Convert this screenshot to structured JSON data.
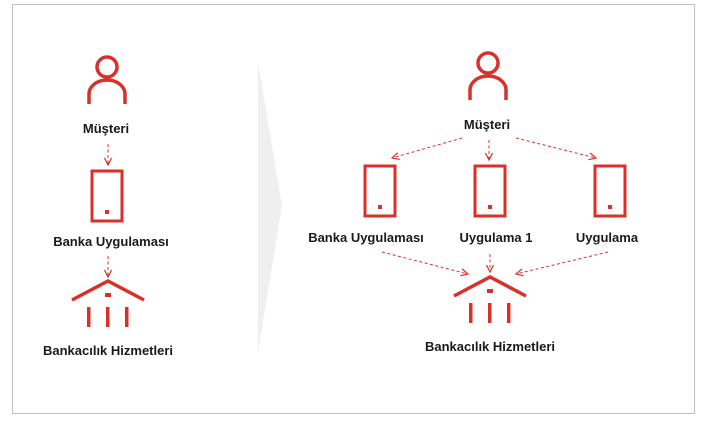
{
  "left": {
    "customer_label": "Müşteri",
    "app_label": "Banka Uygulaması",
    "services_label": "Bankacılık Hizmetleri"
  },
  "right": {
    "customer_label": "Müşteri",
    "apps": [
      {
        "label": "Banka Uygulaması"
      },
      {
        "label": "Uygulama 1"
      },
      {
        "label": "Uygulama"
      }
    ],
    "services_label": "Bankacılık Hizmetleri"
  },
  "colors": {
    "accent": "#d9302a",
    "text": "#1a1a1a",
    "divider": "#efefef",
    "border": "#bfbfbf"
  },
  "icons": {
    "customer": "person-icon",
    "app": "phone-icon",
    "services": "bank-icon",
    "divider": "chevron-arrow"
  }
}
